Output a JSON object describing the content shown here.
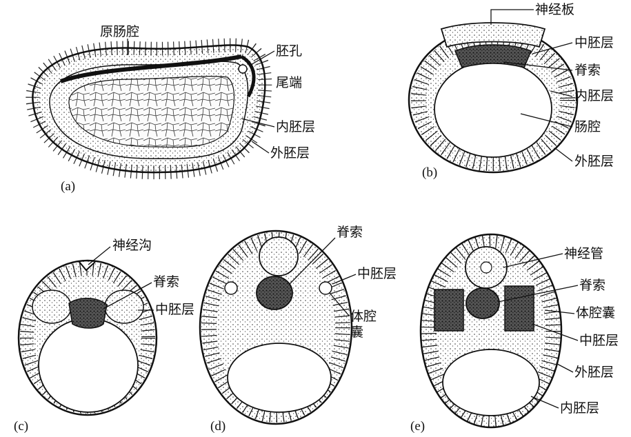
{
  "figure": {
    "panels": [
      {
        "tag": "(a)",
        "labels": {
          "archenteron": "原肠腔",
          "blastopore": "胚孔",
          "tail_end": "尾端",
          "endoderm": "内胚层",
          "ectoderm": "外胚层"
        }
      },
      {
        "tag": "(b)",
        "labels": {
          "neural_plate": "神经板",
          "mesoderm": "中胚层",
          "notochord": "脊索",
          "endoderm": "内胚层",
          "gut_cavity": "肠腔",
          "ectoderm": "外胚层"
        }
      },
      {
        "tag": "(c)",
        "labels": {
          "neural_groove": "神经沟",
          "notochord": "脊索",
          "mesoderm": "中胚层"
        }
      },
      {
        "tag": "(d)",
        "labels": {
          "notochord": "脊索",
          "mesoderm": "中胚层",
          "coelom_sac_line1": "体腔",
          "coelom_sac_line2": "囊"
        }
      },
      {
        "tag": "(e)",
        "labels": {
          "neural_tube": "神经管",
          "notochord": "脊索",
          "coelom_sac": "体腔囊",
          "mesoderm": "中胚层",
          "ectoderm": "外胚层",
          "endoderm": "内胚层"
        }
      }
    ]
  }
}
